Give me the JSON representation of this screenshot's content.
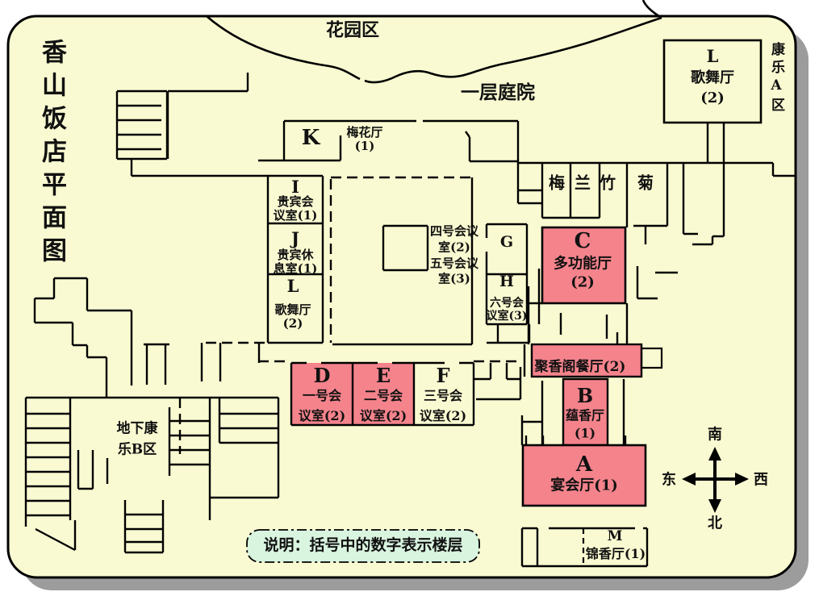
{
  "colors": {
    "bg": "#FAFAD2",
    "hl": "#F4838C",
    "legendbg": "#D9F4DF",
    "wall": "#000000",
    "shadow": "#9C9C9C"
  },
  "title": {
    "text": "香山饭店平面图"
  },
  "areas": {
    "garden": "花园区",
    "first_floor_courtyard": "一层庭院",
    "recreation_a": "康乐A区",
    "underground_recreation_b": "地下康\n乐B区"
  },
  "rooms": {
    "k": {
      "letter": "K",
      "label": "梅花厅\n(1)"
    },
    "i": {
      "letter": "I",
      "label": "贵宾会\n议室(1)"
    },
    "j": {
      "letter": "J",
      "label": "贵宾休\n息室(1)"
    },
    "l_west": {
      "letter": "L",
      "label": "歌舞厅\n(2)"
    },
    "l_northeast": {
      "letter": "L",
      "label": "歌舞厅\n(2)"
    },
    "meeting_4_5": {
      "label": "四号会议\n室(2)\n五号会议\n室(3)"
    },
    "g": {
      "letter": "G"
    },
    "h": {
      "letter": "H",
      "label": "六号会\n议室(3)"
    },
    "c": {
      "letter": "C",
      "label": "多功能厅\n(2)"
    },
    "mei": "梅",
    "lan": "兰",
    "zhu": "竹",
    "ju": "菊",
    "d": {
      "letter": "D",
      "label": "一号会\n议室(2)"
    },
    "e": {
      "letter": "E",
      "label": "二号会\n议室(2)"
    },
    "f": {
      "letter": "F",
      "label": "三号会\n议室(2)"
    },
    "juxiangge": {
      "label": "聚香阁餐厅(2)"
    },
    "b": {
      "letter": "B",
      "label": "蕴香厅\n(1)"
    },
    "a": {
      "letter": "A",
      "label": "宴会厅(1)"
    },
    "m": {
      "letter": "M",
      "label": "锦香厅(1)"
    }
  },
  "legend": {
    "text": "说明：括号中的数字表示楼层"
  },
  "compass": {
    "south": "南",
    "north": "北",
    "east": "东",
    "west": "西"
  }
}
